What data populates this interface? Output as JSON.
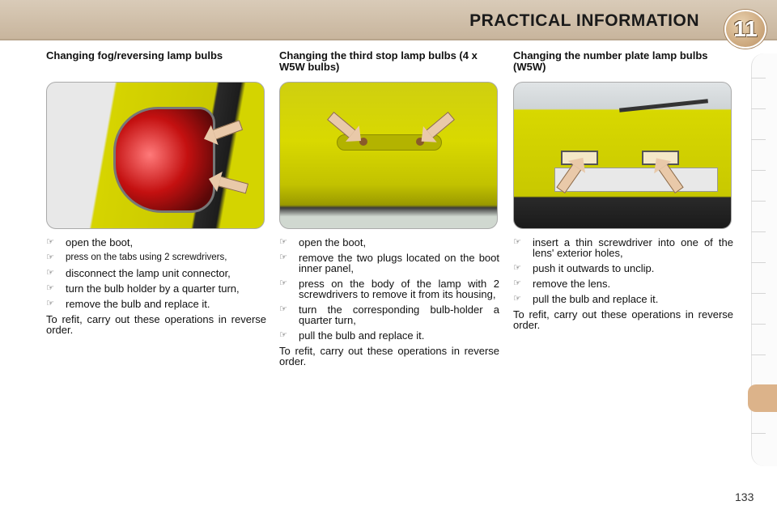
{
  "header": {
    "title": "PRACTICAL INFORMATION",
    "chapter": "11"
  },
  "page_number": "133",
  "columns": [
    {
      "heading": "Changing fog/reversing lamp bulbs",
      "steps": [
        "open the boot,",
        "press on the tabs using 2 screwdrivers,",
        "disconnect the lamp unit connector,",
        "turn the bulb holder by a quarter turn,",
        "remove the bulb and replace it."
      ],
      "refit": "To refit, carry out these operations in reverse order."
    },
    {
      "heading": "Changing the third stop lamp bulbs (4 x W5W bulbs)",
      "steps": [
        "open the boot,",
        "remove the two plugs located on the boot inner panel,",
        "press on the body of the lamp with 2 screwdrivers to remove it from its housing,",
        "turn the corresponding bulb-holder a quarter turn,",
        "pull the bulb and replace it."
      ],
      "refit": "To refit, carry out these operations in reverse order."
    },
    {
      "heading": "Changing the number plate lamp bulbs (W5W)",
      "steps": [
        "insert a thin screwdriver into one of the lens' exterior holes,",
        "push it outwards to unclip.",
        "remove the lens.",
        "pull the bulb and replace it."
      ],
      "refit": "To refit, carry out these operations in reverse order."
    }
  ],
  "colors": {
    "header": "#c8b59d",
    "badge": "#caa57a",
    "car_yellow": "#d4d400",
    "arrow": "#e9c9a9"
  },
  "icons": {
    "bullet": "pointing-hand-icon"
  }
}
